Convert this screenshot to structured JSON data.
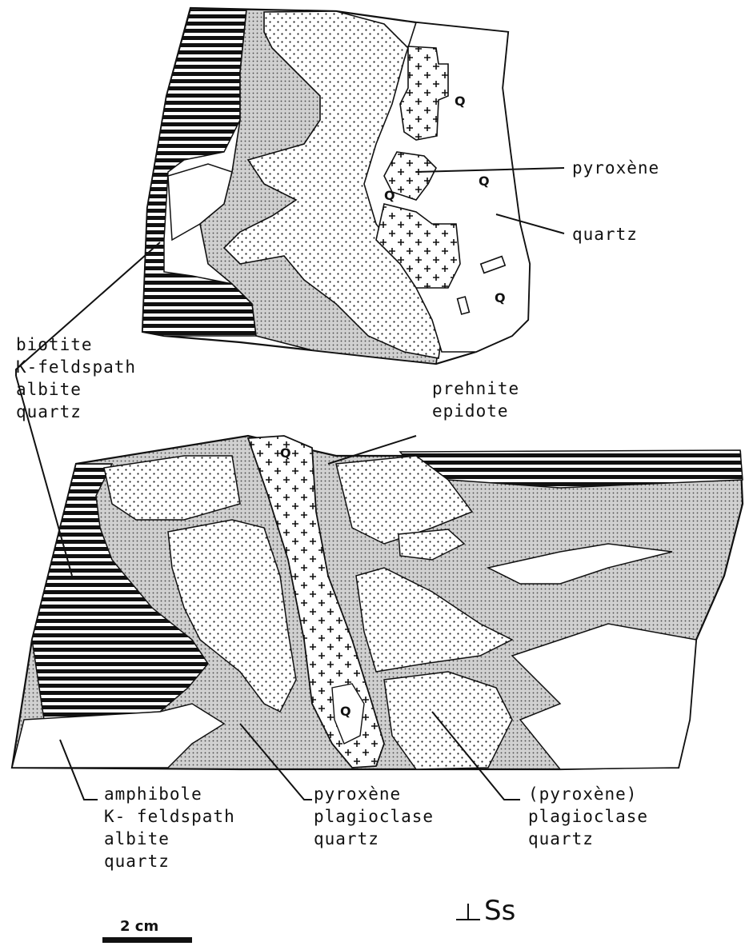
{
  "legend": {
    "pyroxene": "pyroxène",
    "quartz": "quartz",
    "upper_vein": [
      "biotite",
      "K-feldspath",
      "albite",
      "quartz"
    ],
    "prehnite": [
      "prehnite",
      "epidote"
    ],
    "lower_left": [
      "amphibole",
      "K- feldspath",
      "albite",
      "quartz"
    ],
    "lower_mid": [
      "pyroxène",
      "plagioclase",
      "quartz"
    ],
    "lower_right": [
      "(pyroxène)",
      "plagioclase",
      "quartz"
    ]
  },
  "orientation": "Ss",
  "scale_bar": "2 cm",
  "quartz_marker": "Q",
  "colors": {
    "ink": "#111111",
    "stipple_fill": "#c9c9c9",
    "paper": "#ffffff"
  }
}
